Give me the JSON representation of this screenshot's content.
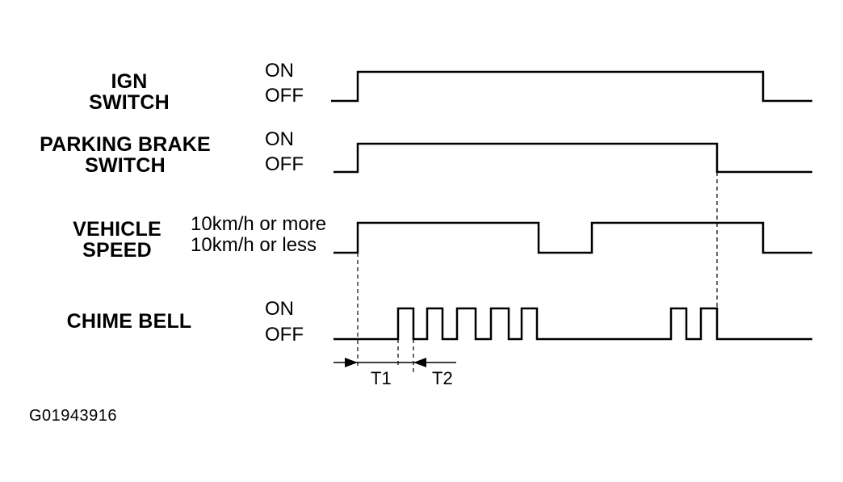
{
  "signals": {
    "ign": {
      "name_line1": "IGN",
      "name_line2": "SWITCH",
      "high": "ON",
      "low": "OFF"
    },
    "parking": {
      "name_line1": "PARKING BRAKE",
      "name_line2": "SWITCH",
      "high": "ON",
      "low": "OFF"
    },
    "speed": {
      "name_line1": "VEHICLE",
      "name_line2": "SPEED",
      "high": "10km/h or more",
      "low": "10km/h or less"
    },
    "chime": {
      "name_line1": "CHIME BELL",
      "high": "ON",
      "low": "OFF"
    }
  },
  "timing": {
    "t1": "T1",
    "t2": "T2"
  },
  "figure_id": "G01943916"
}
